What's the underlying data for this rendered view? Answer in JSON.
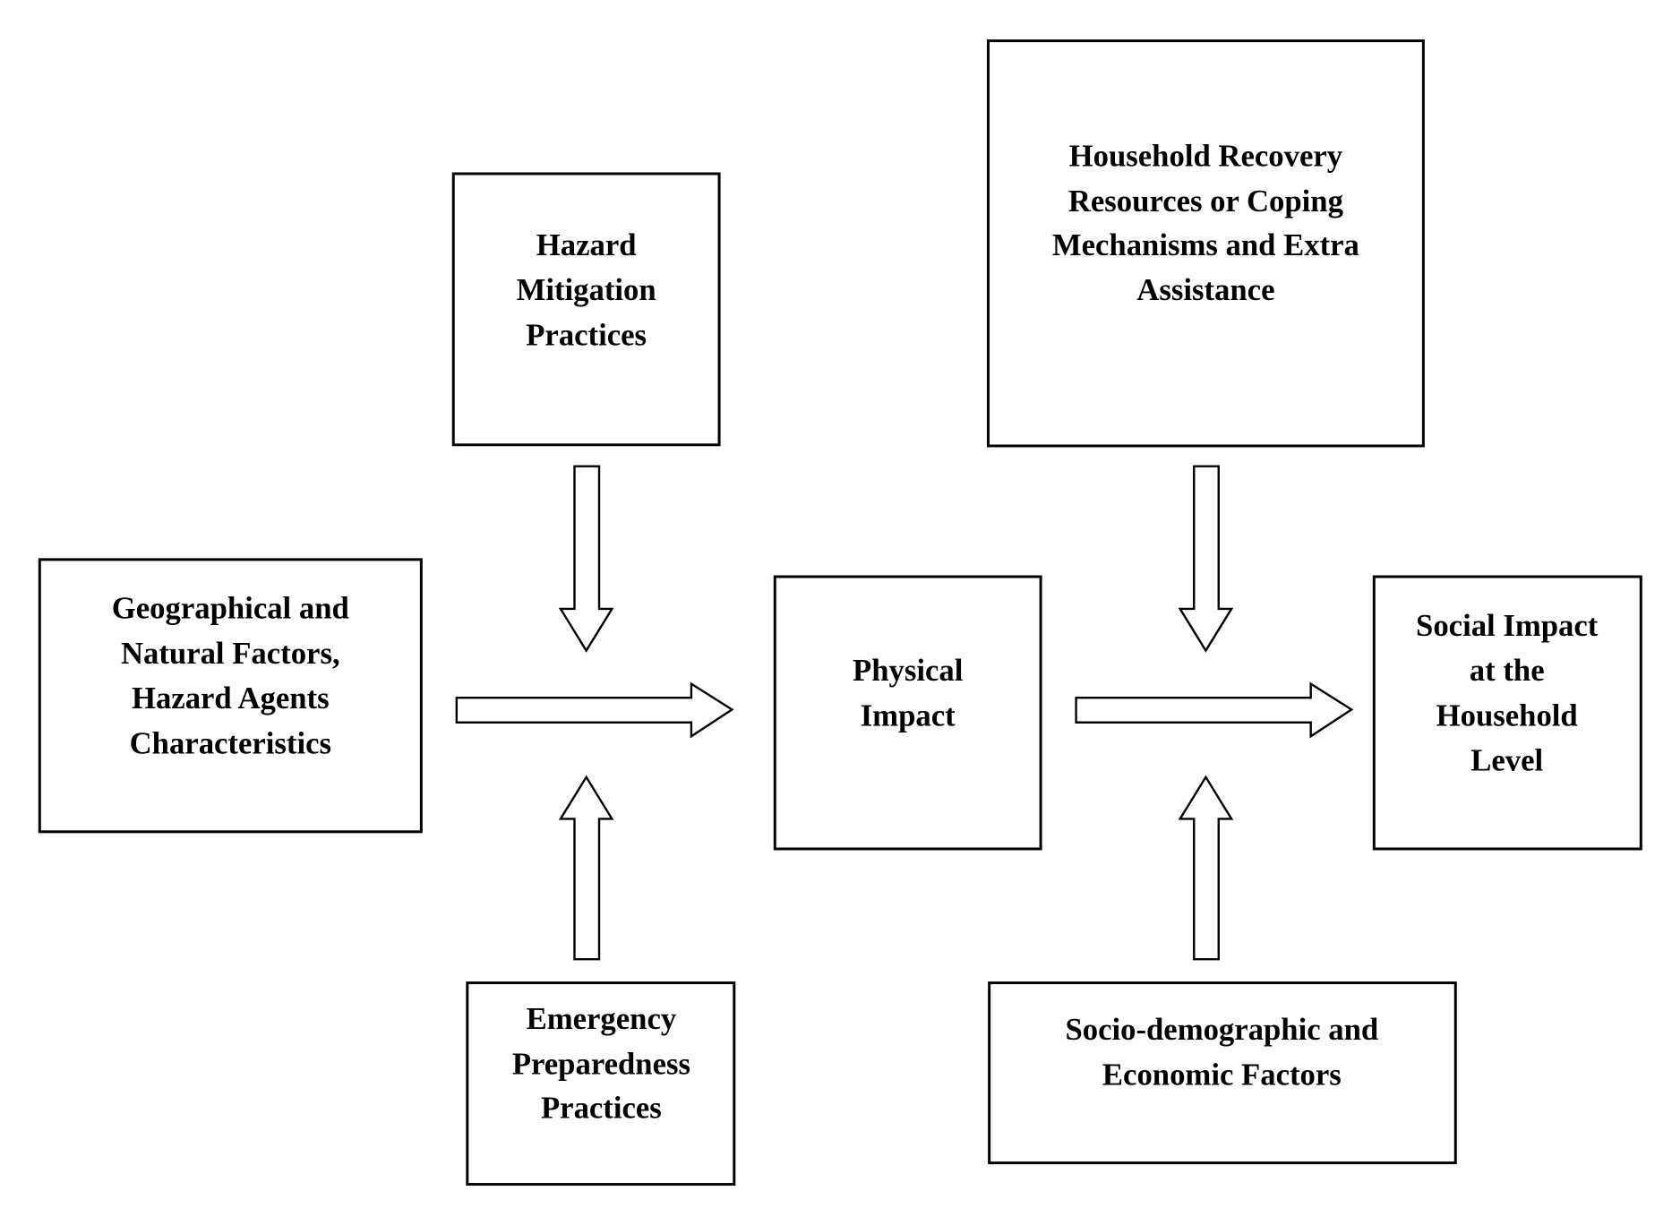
{
  "nodes": {
    "hazard_mitigation": [
      "Hazard",
      "Mitigation",
      "Practices"
    ],
    "household_recovery": [
      "Household Recovery",
      "Resources or Coping",
      "Mechanisms and Extra",
      "Assistance"
    ],
    "geographical": [
      "Geographical and",
      "Natural Factors,",
      "Hazard Agents",
      "Characteristics"
    ],
    "physical_impact": [
      "Physical",
      "Impact"
    ],
    "social_impact": [
      "Social Impact",
      "at the",
      "Household",
      "Level"
    ],
    "emergency_preparedness": [
      "Emergency",
      "Preparedness",
      "Practices"
    ],
    "socio_demographic": [
      "Socio-demographic and",
      "Economic Factors"
    ]
  },
  "colors": {
    "stroke": "#000000",
    "fill": "#ffffff"
  }
}
